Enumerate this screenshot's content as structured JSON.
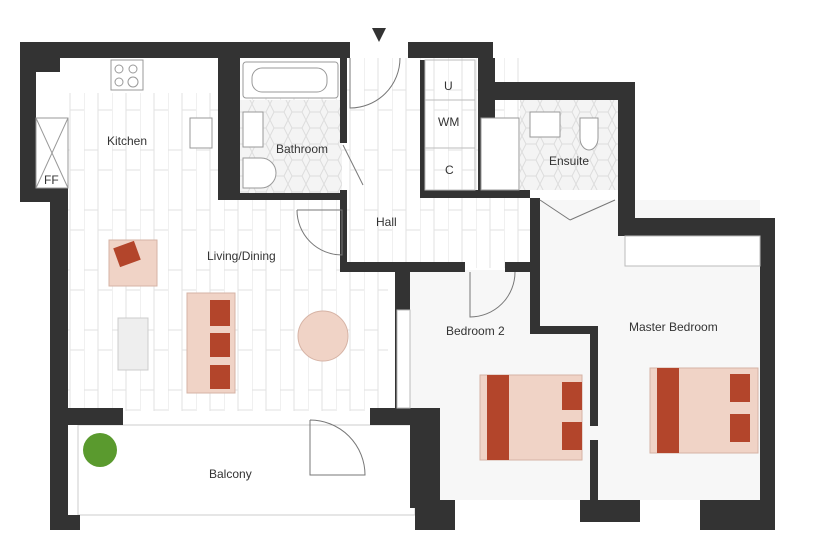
{
  "rooms": {
    "kitchen": "Kitchen",
    "bathroom": "Bathroom",
    "hall": "Hall",
    "living": "Living/Dining",
    "ensuite": "Ensuite",
    "bedroom2": "Bedroom 2",
    "master": "Master Bedroom",
    "balcony": "Balcony"
  },
  "cupboards": {
    "u": "U",
    "wm": "WM",
    "c": "C",
    "ff": "FF"
  },
  "colors": {
    "wall": "#333333",
    "furniture": "#f0d3c6",
    "accent": "#b3452b",
    "plant": "#5a9a2e"
  }
}
